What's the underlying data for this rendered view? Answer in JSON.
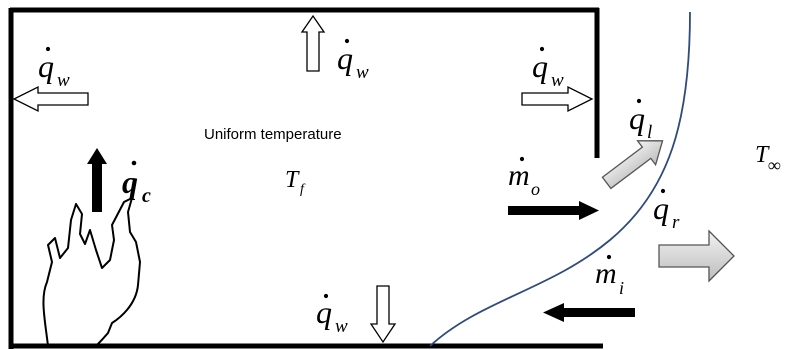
{
  "labels": {
    "center_text": "Uniform temperature",
    "fire_temp": {
      "base": "T",
      "sub": "f"
    },
    "ambient_temp": {
      "base": "T",
      "sub": "∞"
    },
    "q_wall": {
      "base": "q",
      "sub": "w"
    },
    "q_conv": {
      "base": "q",
      "sub": "c"
    },
    "q_loss": {
      "base": "q",
      "sub": "l"
    },
    "q_rad": {
      "base": "q",
      "sub": "r"
    },
    "m_out": {
      "base": "m",
      "sub": "o"
    },
    "m_in": {
      "base": "m",
      "sub": "i"
    }
  },
  "icons": {
    "fire": "flame-icon",
    "vent_boundary": "curved-boundary-line"
  },
  "colors": {
    "wall": "#000000",
    "boundary_curve": "#2f4a7c",
    "gray_arrow_fill": "#d0d0d0",
    "gray_arrow_stroke": "#555555"
  }
}
